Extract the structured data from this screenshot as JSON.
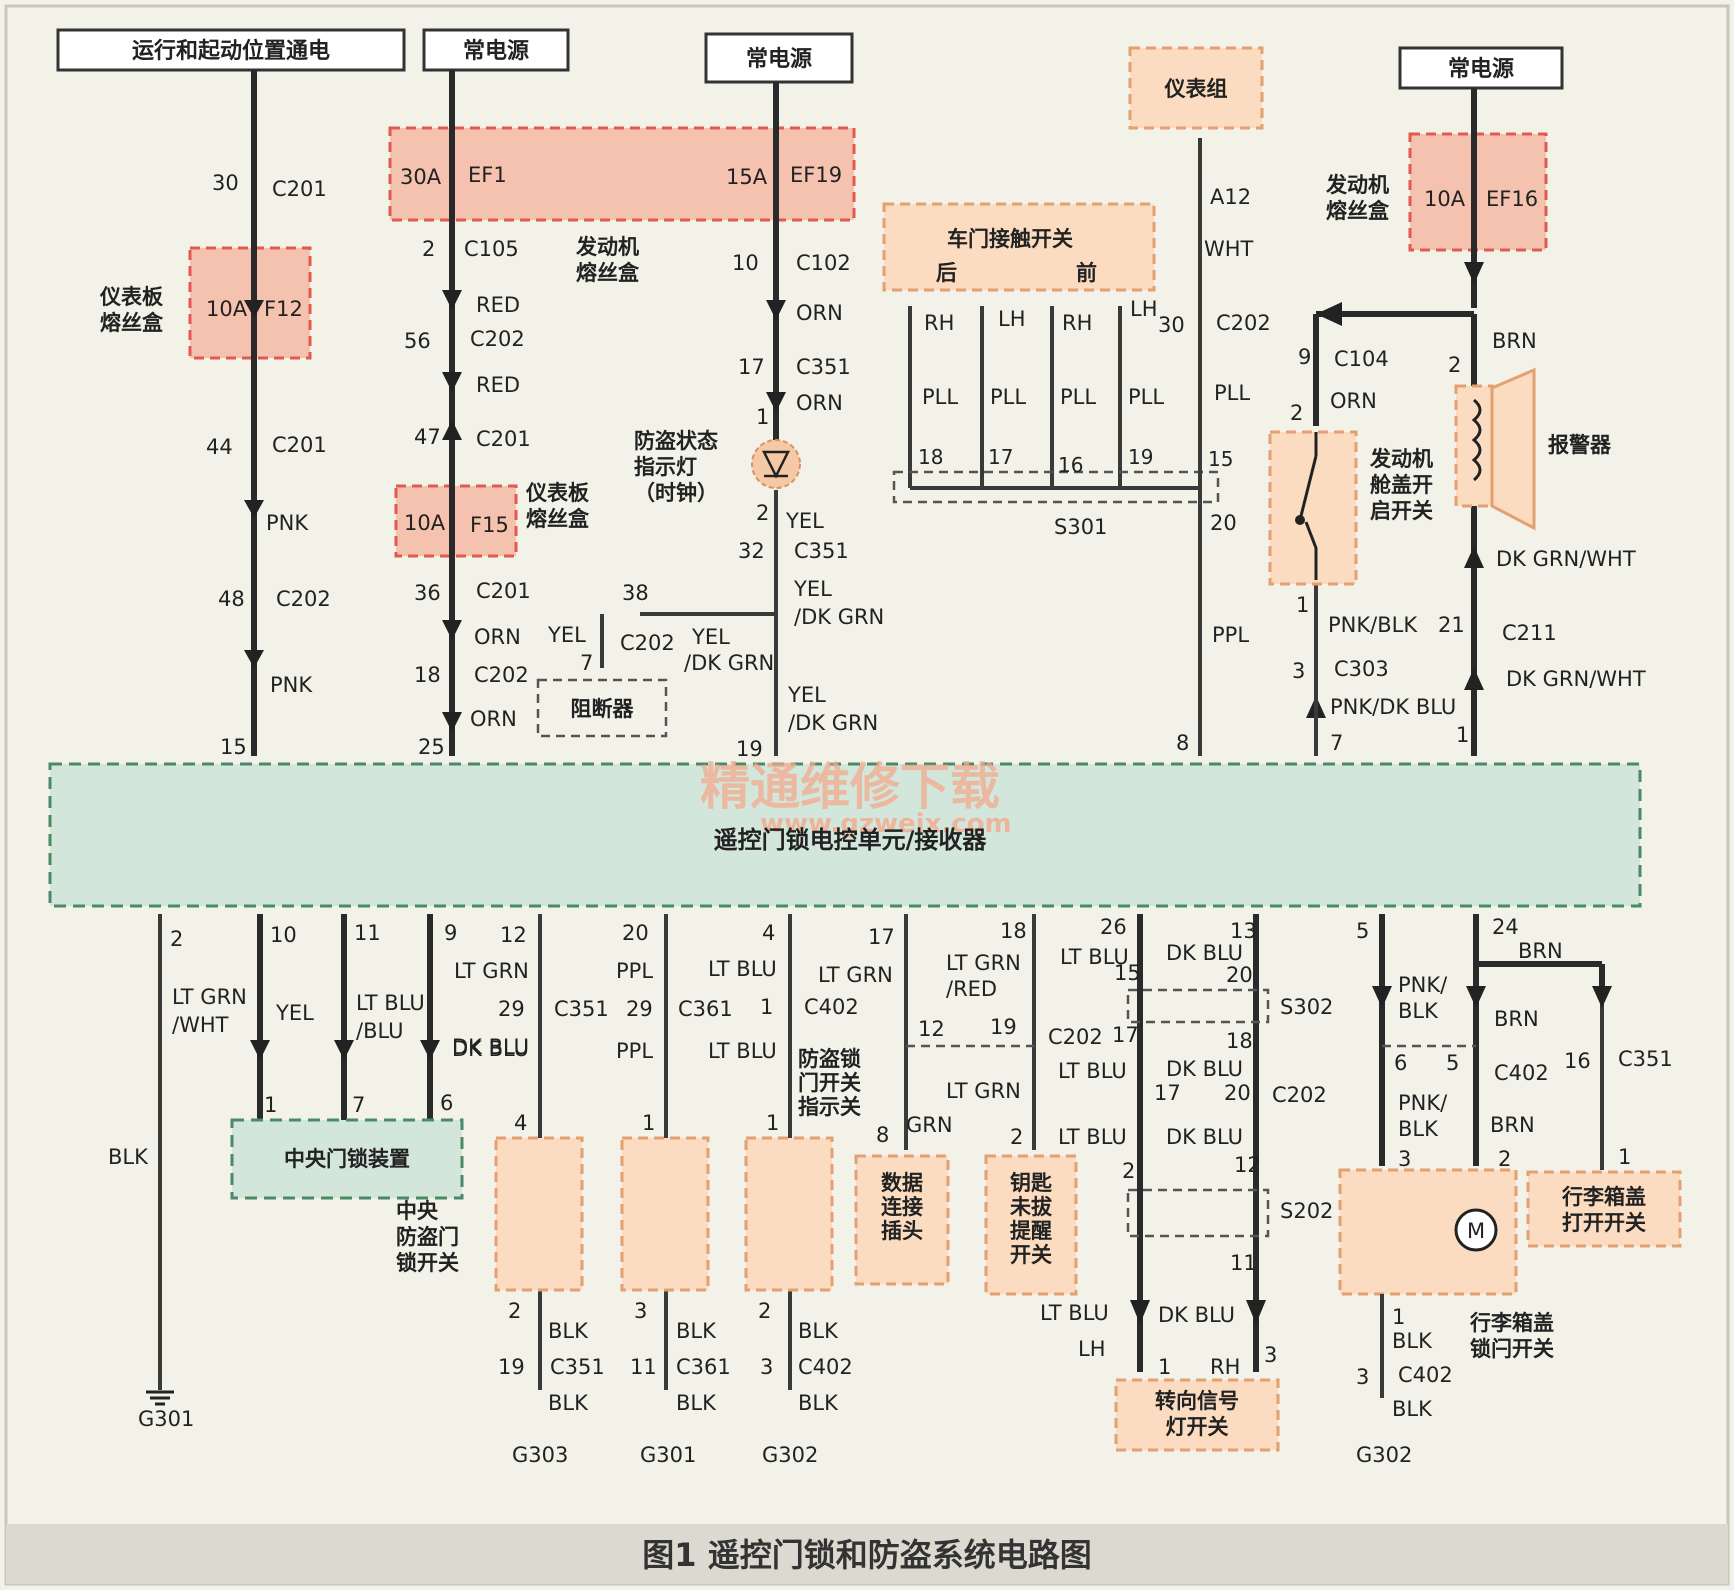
{
  "header_boxes": {
    "run_start": "运行和起动位置通电",
    "batt1": "常电源",
    "batt2": "常电源",
    "batt3": "常电源",
    "cluster": "仪表组"
  },
  "fuses": {
    "ef1": {
      "amp": "30A",
      "id": "EF1"
    },
    "ef19": {
      "amp": "15A",
      "id": "EF19"
    },
    "f12": {
      "amp": "10A",
      "id": "F12"
    },
    "f15": {
      "amp": "10A",
      "id": "F15"
    },
    "ef16": {
      "amp": "10A",
      "id": "EF16"
    },
    "ip_box_label": "仪表板熔丝盒",
    "eng_box_label": "发动机熔丝盒"
  },
  "components": {
    "door_switch": "车门接触开关",
    "door_rear": "后",
    "door_front": "前",
    "theft_led": "防盗状态指示灯（时钟）",
    "immobilizer": "阻断器",
    "hood_switch": "发动机舱盖开启开关",
    "alarm": "报警器",
    "controller": "遥控门锁电控单元/接收器",
    "central_lock": "中央门锁装置",
    "central_switch": "中央防盗门锁开关",
    "lock_indicator": "防盗锁门开关指示关",
    "dlc": "数据连接插头",
    "key_reminder": "钥匙未拔提醒开关",
    "turn_switch": "转向信号灯开关",
    "trunk_lock": "行李箱盖锁闩开关",
    "trunk_open": "行李箱盖打开开关",
    "motor": "M"
  },
  "wires": {
    "red": "RED",
    "orn": "ORN",
    "pnk": "PNK",
    "yel": "YEL",
    "yel_dkgrn": "YEL /DK GRN",
    "wht": "WHT",
    "ppl": "PPL",
    "pll": "PLL",
    "brn": "BRN",
    "pnk_blk": "PNK/BLK",
    "pnk_dkblu": "PNK/DK BLU",
    "dkgrn_wht": "DK GRN/WHT",
    "blk": "BLK",
    "ltgrn_wht": "LT GRN /WHT",
    "ltblu_blu": "LT BLU /BLU",
    "dkblu": "DK BLU",
    "ltgrn": "LT GRN",
    "ltblu": "LT BLU",
    "ltgrn_red": "LT GRN /RED",
    "grn": "GRN",
    "pnk_blk2": "PNK/ BLK",
    "rh": "RH",
    "lh": "LH"
  },
  "connectors": [
    "C201",
    "C105",
    "C202",
    "C102",
    "C351",
    "C104",
    "C303",
    "C211",
    "C361",
    "C402",
    "C202"
  ],
  "splices": [
    "S301",
    "S302",
    "S202"
  ],
  "grounds": [
    "G301",
    "G303",
    "G301",
    "G302",
    "G302"
  ],
  "watermark": {
    "cn": "精通维修下载",
    "url": "www.gzweix.com"
  },
  "caption": "图1    遥控门锁和防盗系统电路图"
}
